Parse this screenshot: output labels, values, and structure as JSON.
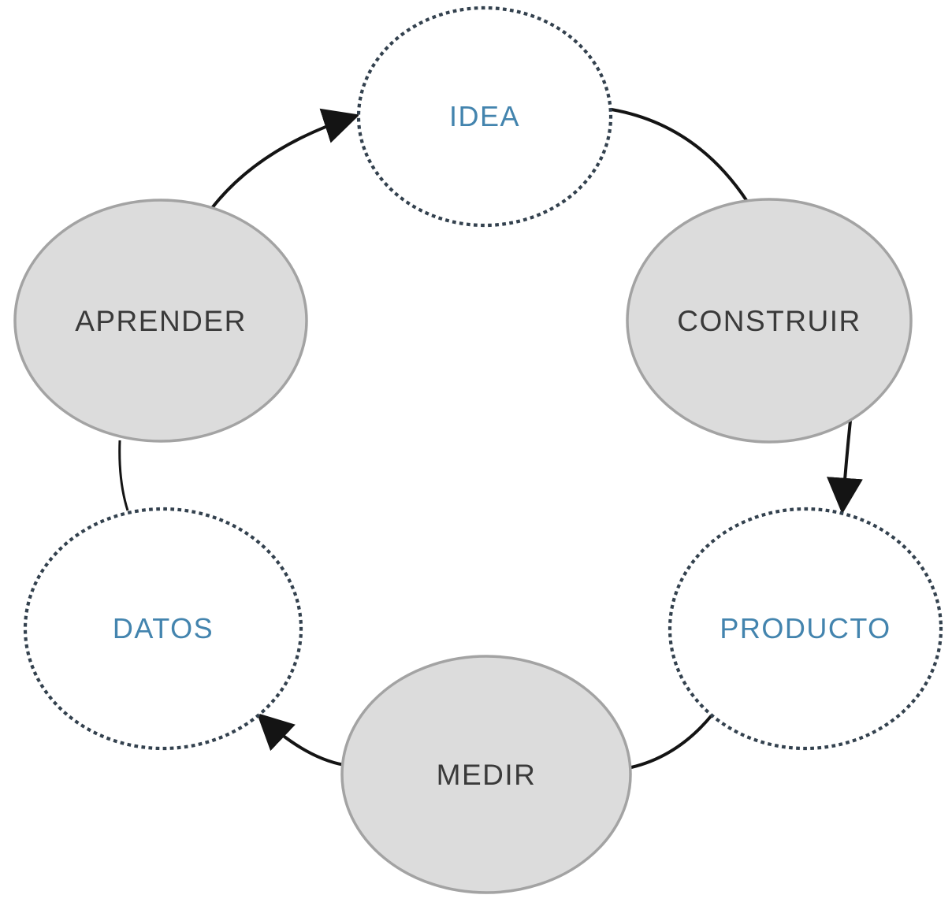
{
  "theme": {
    "background": "#ffffff",
    "node-fill": "#dcdcdc",
    "node-stroke": "#a3a3a3",
    "node-text": "#3a3a3a",
    "dotted-stroke": "#33414e",
    "dotted-text": "#4384ae",
    "connector": "#141414"
  },
  "diagram": {
    "type": "cycle",
    "nodes": [
      {
        "id": "idea",
        "label": "IDEA",
        "style": "dotted"
      },
      {
        "id": "construir",
        "label": "CONSTRUIR",
        "style": "solid"
      },
      {
        "id": "producto",
        "label": "PRODUCTO",
        "style": "dotted"
      },
      {
        "id": "medir",
        "label": "MEDIR",
        "style": "solid"
      },
      {
        "id": "datos",
        "label": "DATOS",
        "style": "dotted"
      },
      {
        "id": "aprender",
        "label": "APRENDER",
        "style": "solid"
      }
    ],
    "edges": [
      {
        "from": "aprender",
        "to": "idea",
        "arrowhead": true
      },
      {
        "from": "idea",
        "to": "construir",
        "arrowhead": false
      },
      {
        "from": "construir",
        "to": "producto",
        "arrowhead": true
      },
      {
        "from": "producto",
        "to": "medir",
        "arrowhead": false
      },
      {
        "from": "medir",
        "to": "datos",
        "arrowhead": true
      },
      {
        "from": "datos",
        "to": "aprender",
        "arrowhead": false
      }
    ]
  }
}
